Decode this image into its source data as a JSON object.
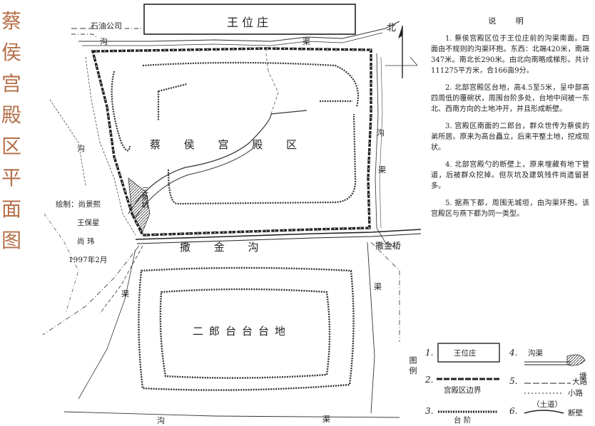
{
  "title_chars": [
    "蔡",
    "侯",
    "宫",
    "殿",
    "区",
    "平",
    "面",
    "图"
  ],
  "map": {
    "top_box": "王   位   庄",
    "oil_company": "石油公司",
    "north": "北",
    "palace_area": "蔡  侯  宫  殿  区",
    "sanjiaokeng": "三角坑",
    "sajingou": "撒   金   沟",
    "sajinqiao": "撒金桥",
    "erlangtai": "二郎台台台地",
    "gou": "沟",
    "qu": "渠",
    "gouqu": "沟  渠"
  },
  "credits": {
    "line1": "绘制：尚景熙",
    "line2": "王保星",
    "line3": "尚  玮",
    "line4": "1997年2月"
  },
  "notes": {
    "heading": "说  明",
    "items": [
      "1. 蔡侯宫殿区位于王位庄前的沟渠南面。四面由不规则的沟渠环抱。东西：北端420米，南端347米。南北长290米。由北向南略成梯形。共计111275平方米，合166亩9分。",
      "2. 北部宫殿区台地，高4.5至5米，呈中部高四周低的覆碗状，周围台阶多处，台地中间被一东北、西南方向的土地冲开，并且形成断壁。",
      "3. 宫殿区南面的二郎台，群众世传为蔡侯的弟所居。原来为高台矗立，后来平整土地，挖成现状。",
      "4. 北部宫殿勺的断壁上，原来埋藏有地下管道，后被群众挖掉。但灰坑及建筑残件尚遗留甚多。",
      "5. 据燕下都，周围无城垣，由沟渠环抱。该宫殿区与燕下都为同一类型。"
    ]
  },
  "legend": {
    "tuli": "图  例",
    "n1": "1.",
    "n2": "2.",
    "n3": "3.",
    "n4": "4.",
    "n5": "5.",
    "n6": "6.",
    "l1": "王位庄",
    "l2": "宫殿区边界",
    "l3": "台  阶",
    "l4": "沟渠",
    "l4b": "塘",
    "l5a": "大路",
    "l5b": "小路",
    "l5c": "（土道）",
    "l6": "断壁"
  }
}
